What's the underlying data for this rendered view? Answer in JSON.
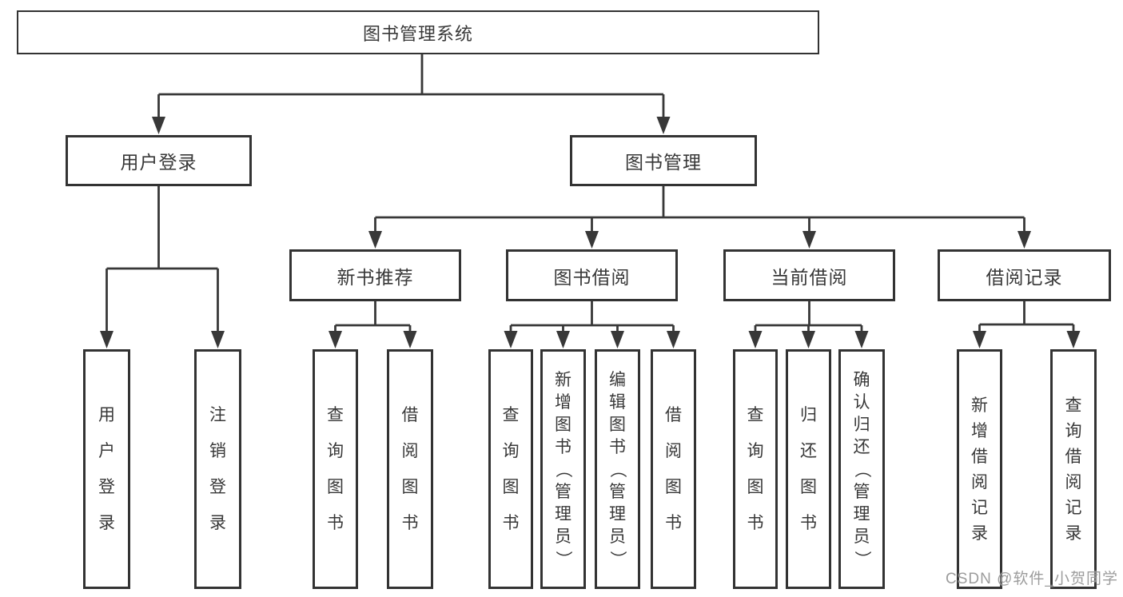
{
  "diagram": {
    "root": {
      "label": "图书管理系统"
    },
    "level2": [
      {
        "label": "用户登录"
      },
      {
        "label": "图书管理"
      }
    ],
    "modules": [
      {
        "label": "新书推荐"
      },
      {
        "label": "图书借阅"
      },
      {
        "label": "当前借阅"
      },
      {
        "label": "借阅记录"
      }
    ],
    "leaves": [
      {
        "label": "用户登录"
      },
      {
        "label": "注销登录"
      },
      {
        "label": "查询图书"
      },
      {
        "label": "借阅图书"
      },
      {
        "label": "查询图书"
      },
      {
        "label": "新增图书（管理员）"
      },
      {
        "label": "编辑图书（管理员）"
      },
      {
        "label": "借阅图书"
      },
      {
        "label": "查询图书"
      },
      {
        "label": "归还图书"
      },
      {
        "label": "确认归还（管理员）"
      },
      {
        "label": "新增借阅记录"
      },
      {
        "label": "查询借阅记录"
      }
    ]
  },
  "watermark": {
    "text": "CSDN @软件_小贺同学"
  },
  "colors": {
    "line": "#383838",
    "border": "#333333",
    "text": "#383838",
    "watermark": "#949494",
    "background": "#ffffff"
  }
}
